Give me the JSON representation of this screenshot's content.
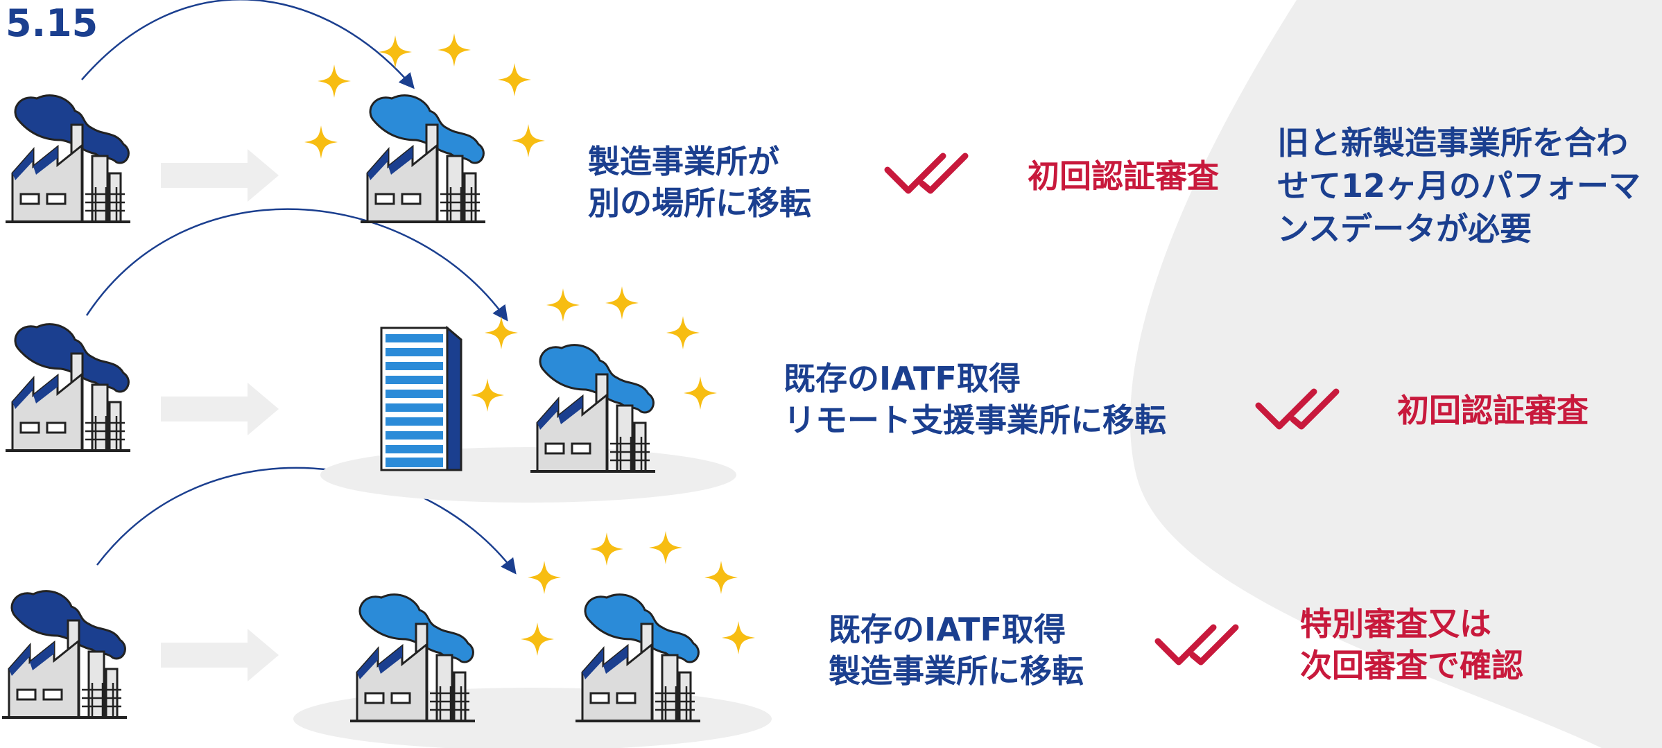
{
  "section_number": "5.15",
  "colors": {
    "navy": "#1b3f8f",
    "blue": "#2b8bd8",
    "red": "#c8193c",
    "gold": "#f7bd12",
    "light_gray": "#eeeeee"
  },
  "rows": [
    {
      "scenario_line1": "製造事業所が",
      "scenario_line2": "別の場所に移転",
      "outcome": "初回認証審査"
    },
    {
      "scenario_line1": "既存のIATF取得",
      "scenario_line2": "リモート支援事業所に移転",
      "outcome": "初回認証審査"
    },
    {
      "scenario_line1": "既存のIATF取得",
      "scenario_line2": "製造事業所に移転",
      "outcome_line1": "特別審査又は",
      "outcome_line2": "次回審査で確認"
    }
  ],
  "note_line1": "旧と新製造事業所を合わ",
  "note_line2": "せて12ヶ月のパフォーマ",
  "note_line3": "ンスデータが必要",
  "icons": [
    "factory-icon",
    "new-factory-icon",
    "office-building-icon",
    "sparkle-icon",
    "arrow-icon",
    "double-check-icon"
  ]
}
